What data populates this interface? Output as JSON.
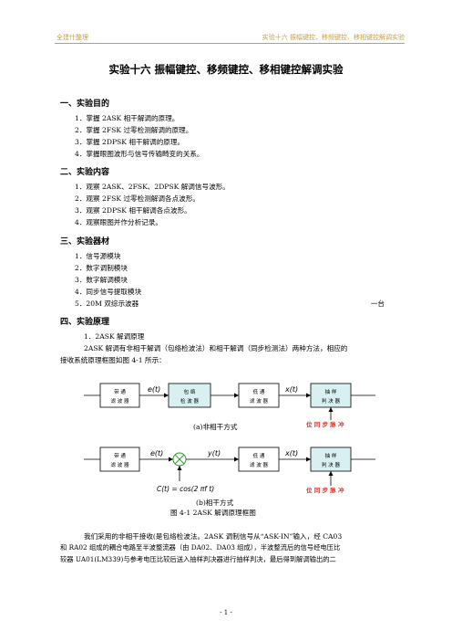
{
  "header": {
    "left": "全建什整理",
    "right": "实验十六 振幅键控、移频键控、移相键控解调实验"
  },
  "title": "实验十六 振幅键控、移频键控、移相键控解调实验",
  "sections": {
    "purpose": {
      "heading": "一、实验目的",
      "items": [
        "1．掌握 2ASK 相干解调的原理。",
        "2．掌握 2FSK 过零检测解调的原理。",
        "3．掌握 2DPSK 相干解调的原理。",
        "4．掌握眼图波形与信号传输畸变的关系。"
      ]
    },
    "content": {
      "heading": "二、实验内容",
      "items": [
        "1．观察 2ASK、2FSK、2DPSK 解调信号波形。",
        "2．观察 2FSK 过零检测解调各点波形。",
        "3．观察 2DPSK 相干解调各点波形。",
        "4．观察眼图并作分析记录。"
      ]
    },
    "equipment": {
      "heading": "三、实验器材",
      "items": [
        "1．信号源模块",
        "2．数字调制模块",
        "3．数字解调模块",
        "4．同步信号提取模块",
        "5．20M 双综示波器"
      ],
      "last_qty": "一台"
    },
    "principle": {
      "heading": "四、实验原理",
      "sub": "1．2ASK 解调原理",
      "para1_line1": "2ASK 解调有非相干解调（包络检波法）和相干解调（同步检测法）两种方法，相应的",
      "para1_line2": "接收系统原理框图如图 4-1 所示：",
      "para2_line1": "我们采用的非相干接收(是包络检波法。2ASK 调制信号从“ASK-IN”输入，经 CA03",
      "para2_line2": "和 RA02 组成的耦合电路至半波整流器（由 DA02、DA03 组成），半波整流后的信号经电压比",
      "para2_line3": "较器 UA01(LM339)与参考电压比较后送入抽样判决器进行抽样判决，最后得到解调输出的二"
    }
  },
  "diagram_a": {
    "blocks": [
      [
        "带 通",
        "滤 波 器"
      ],
      [
        "包 络",
        "检 波 器"
      ],
      [
        "低 通",
        "滤 波 器"
      ],
      [
        "抽 样",
        "判 决 器"
      ]
    ],
    "signals": [
      "e(t)",
      "x(t)"
    ],
    "sync": "位 同 步 脉 冲",
    "caption": "(a)非相干方式"
  },
  "diagram_b": {
    "blocks": [
      [
        "带 通",
        "滤 波 器"
      ],
      [
        "低 通",
        "滤 波 器"
      ],
      [
        "抽 样",
        "判 决 器"
      ]
    ],
    "signals": [
      "e(t)",
      "y(t)",
      "x(t)"
    ],
    "carrier": "C(t) = cos(2 πf t)",
    "sync": "位 同 步 脉 冲",
    "caption": "(b)相干方式"
  },
  "figure_caption": "图 4-1 2ASK 解调原理框图",
  "page_number": "- 1 -",
  "colors": {
    "header": "#c8a23a",
    "box_fill": "#d9f0f2",
    "sync_text": "#e0302a",
    "multiplier": "#2e9a2e"
  }
}
